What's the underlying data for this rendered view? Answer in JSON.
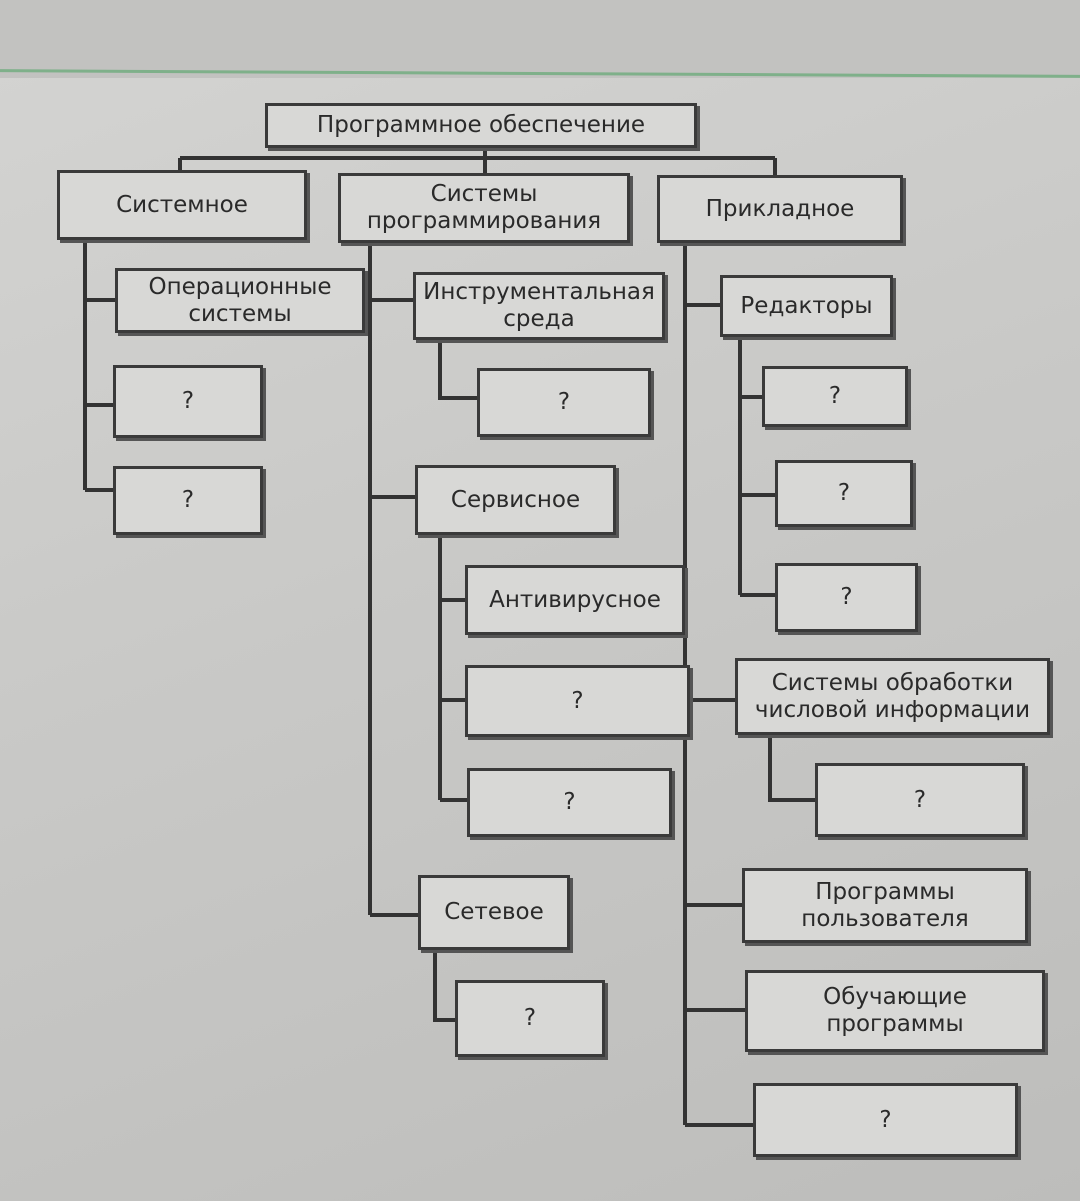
{
  "root": "Программное обеспечение",
  "system": {
    "title": "Системное",
    "os": "Операционные\nсистемы",
    "unknown": [
      "?",
      "?"
    ]
  },
  "programming": {
    "title": "Системы\nпрограммирования",
    "tool_env": "Инструментальная\nсреда",
    "tool_env_unknown": "?",
    "service": "Сервисное",
    "antivirus": "Антивирусное",
    "service_unknown": [
      "?",
      "?"
    ],
    "network": "Сетевое",
    "network_unknown": "?"
  },
  "applied": {
    "title": "Прикладное",
    "editors": "Редакторы",
    "editors_unknown": [
      "?",
      "?",
      "?"
    ],
    "numeric": "Системы обработки\nчисловой информации",
    "numeric_unknown": "?",
    "user_programs": "Программы\nпользователя",
    "learning": "Обучающие\nпрограммы",
    "applied_unknown": "?"
  }
}
